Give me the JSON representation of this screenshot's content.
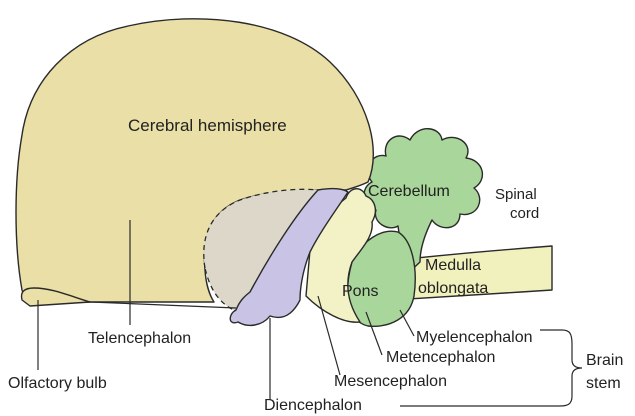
{
  "labels": {
    "cerebral_hemisphere": "Cerebral hemisphere",
    "cerebellum": "Cerebellum",
    "spinal_cord": "Spinal cord",
    "medulla_oblongata": "Medulla oblongata",
    "pons": "Pons",
    "telencephalon": "Telencephalon",
    "olfactory_bulb": "Olfactory bulb",
    "myelencephalon": "Myelencephalon",
    "metencephalon": "Metencephalon",
    "mesencephalon": "Mesencephalon",
    "diencephalon": "Diencephalon",
    "brain_stem": "Brain stem"
  },
  "colors": {
    "telencephalon": "#e9dfa7",
    "diencephalon_hidden": "#dcd7c9",
    "diencephalon": "#c9c3e6",
    "mesencephalon": "#f2f2c6",
    "cerebellum": "#a9d69a",
    "spinal_cord": "#f1f1bd",
    "outline": "#2a2a2a"
  }
}
